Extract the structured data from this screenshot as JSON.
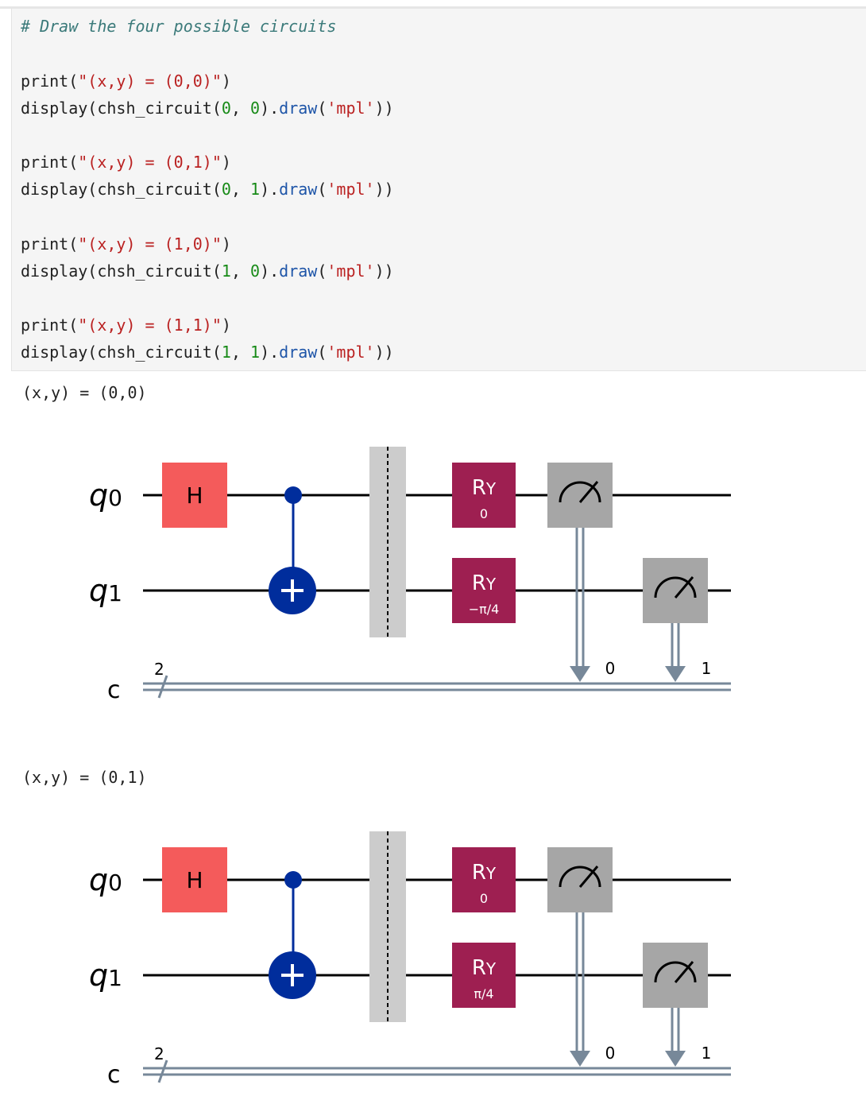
{
  "code": {
    "comment": "# Draw the four possible circuits",
    "print_fn": "print",
    "display_fn": "display",
    "circuit_fn": "chsh_circuit",
    "draw_method": "draw",
    "draw_arg": "'mpl'",
    "blocks": [
      {
        "print_arg": "\"(x,y) = (0,0)\"",
        "x": "0",
        "y": "0"
      },
      {
        "print_arg": "\"(x,y) = (0,1)\"",
        "x": "0",
        "y": "1"
      },
      {
        "print_arg": "\"(x,y) = (1,0)\"",
        "x": "1",
        "y": "0"
      },
      {
        "print_arg": "\"(x,y) = (1,1)\"",
        "x": "1",
        "y": "1"
      }
    ]
  },
  "outputs": [
    {
      "text": "(x,y) = (0,0)",
      "circuit": {
        "wires": {
          "q0": "q",
          "q0_sub": "0",
          "q1": "q",
          "q1_sub": "1",
          "c": "c",
          "c_width": "2"
        },
        "h_gate": "H",
        "ry_label": "R",
        "ry_sub": "Y",
        "ry_q0_param": "0",
        "ry_q1_param": "−π/4",
        "measure_bits": [
          "0",
          "1"
        ]
      }
    },
    {
      "text": "(x,y) = (0,1)",
      "circuit": {
        "wires": {
          "q0": "q",
          "q0_sub": "0",
          "q1": "q",
          "q1_sub": "1",
          "c": "c",
          "c_width": "2"
        },
        "h_gate": "H",
        "ry_label": "R",
        "ry_sub": "Y",
        "ry_q0_param": "0",
        "ry_q1_param": "π/4",
        "measure_bits": [
          "0",
          "1"
        ]
      }
    }
  ],
  "colors": {
    "h_gate": "#f45b5b",
    "ry_gate": "#9e1f51",
    "cnot": "#002d9c",
    "measure": "#a6a6a6",
    "classical": "#778899",
    "barrier": "#cccccc"
  }
}
